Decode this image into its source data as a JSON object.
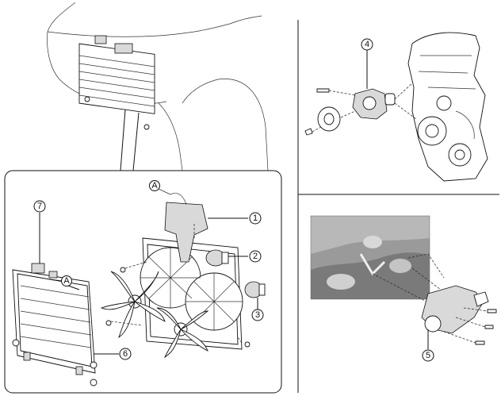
{
  "callouts": {
    "c1": "1",
    "c2": "2",
    "c3": "3",
    "c4": "4",
    "c5": "5",
    "c6": "6",
    "c7": "7",
    "refA_top": "A",
    "refA_radiator": "A"
  },
  "colors": {
    "line": "#111111",
    "photo_dark": "#6e6e6e",
    "photo_mid": "#9a9a9a",
    "photo_light": "#d0d0d0"
  }
}
